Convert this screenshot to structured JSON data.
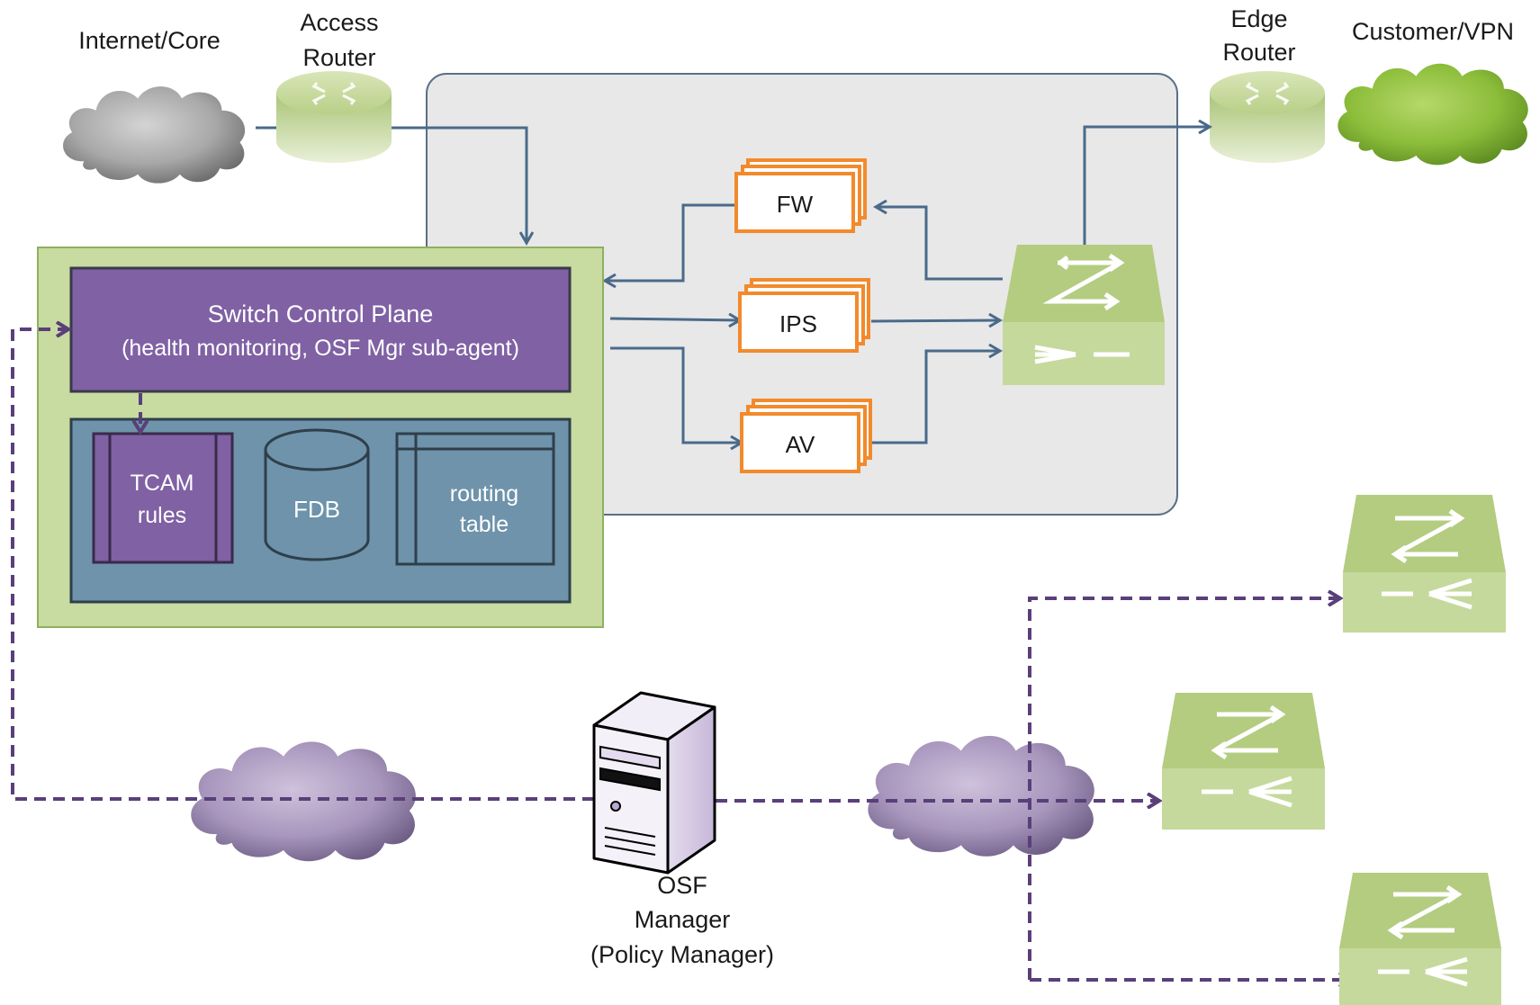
{
  "labels": {
    "internet_core": "Internet/Core",
    "access_router_line1": "Access",
    "access_router_line2": "Router",
    "edge_router_line1": "Edge",
    "edge_router_line2": "Router",
    "customer_vpn": "Customer/VPN",
    "fw": "FW",
    "ips": "IPS",
    "av": "AV",
    "control_plane_title": "Switch Control Plane",
    "control_plane_subtitle": "(health monitoring, OSF Mgr sub-agent)",
    "tcam_line1": "TCAM",
    "tcam_line2": "rules",
    "fdb": "FDB",
    "routing_line1": "routing",
    "routing_line2": "table",
    "osf_line1": "OSF",
    "osf_line2": "Manager",
    "osf_line3": "(Policy Manager)"
  },
  "colors": {
    "flow_line": "#4a6a8a",
    "policy_dashed": "#5a3f7a",
    "service_box_border": "#f28a2c",
    "control_plane_fill": "#8061a4",
    "data_plane_fill": "#6e93aa",
    "switch_green": "#b9d08a",
    "chassis_green": "#c8dba0",
    "grey_panel": "#e8e8e8"
  }
}
